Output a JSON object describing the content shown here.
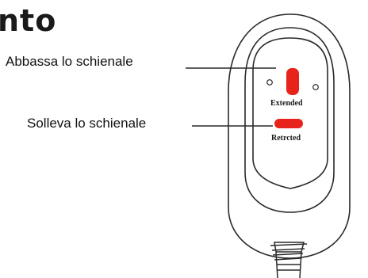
{
  "heading": "nto",
  "callouts": [
    {
      "label": "Abbassa lo schienale"
    },
    {
      "label": "Solleva lo schienale"
    }
  ],
  "buttons": [
    {
      "caption": "Extended"
    },
    {
      "caption": "Retrcted"
    }
  ],
  "colors": {
    "button": "#e8231c",
    "outline": "#2a2a2a",
    "text": "#111111"
  }
}
